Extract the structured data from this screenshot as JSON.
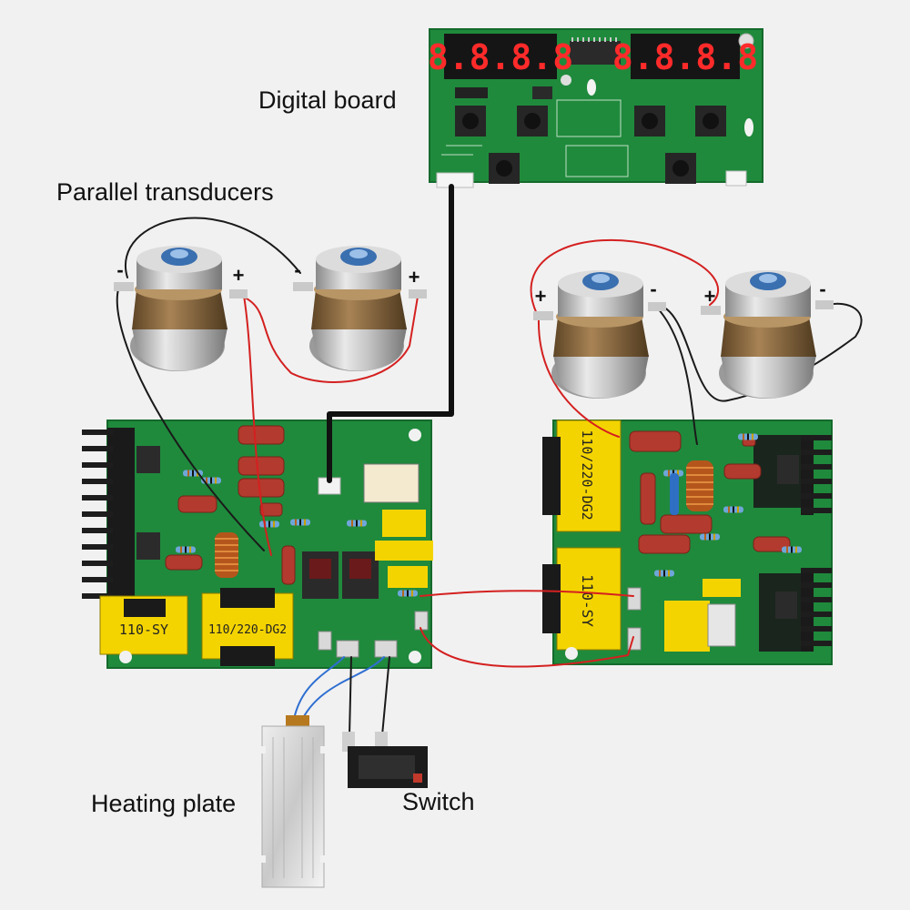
{
  "labels": {
    "digital_board": "Digital board",
    "parallel_transducers": "Parallel transducers",
    "heating_plate": "Heating plate",
    "switch": "Switch"
  },
  "display": {
    "left": "8.8.8.8",
    "right": "8.8.8.8"
  },
  "transducer_poles": {
    "negative": "-",
    "positive": "+"
  },
  "transformer_marks": {
    "left_small": "110-SY",
    "left_large": "110/220-DG2",
    "right_top": "110/220-DG2",
    "right_bottom": "110-SY"
  },
  "colors": {
    "background": "#f1f1f1",
    "pcb_green": "#1f8a3c",
    "pcb_dark_green": "#17722f",
    "heatsink": "#1d1d1d",
    "wire_red": "#d42020",
    "wire_black": "#1a1a1a",
    "wire_blue": "#2f6fd1",
    "capacitor": "#c0392b",
    "transformer_yellow": "#f4d400",
    "transducer_metal": "#cfcfcf",
    "transducer_bronze": "#8a6b3f",
    "display_red": "#ff2a2a"
  }
}
